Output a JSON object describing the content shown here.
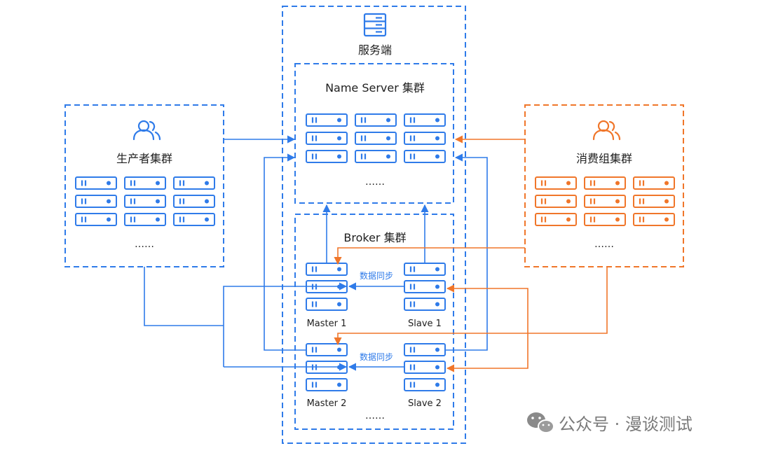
{
  "colors": {
    "blue": "#2f7be9",
    "orange": "#f0762a",
    "text": "#1f1f1f",
    "watermark": "#7a7a7a"
  },
  "server_side": {
    "icon": "server-icon",
    "label": "服务端"
  },
  "name_server": {
    "title": "Name Server 集群",
    "ellipsis": "……"
  },
  "producer": {
    "icon": "users-icon",
    "title": "生产者集群",
    "ellipsis": "……"
  },
  "consumer": {
    "icon": "users-icon",
    "title": "消费组集群",
    "ellipsis": "……"
  },
  "broker": {
    "title": "Broker 集群",
    "sync_label_1": "数据同步",
    "sync_label_2": "数据同步",
    "master_1": "Master 1",
    "slave_1": "Slave 1",
    "master_2": "Master 2",
    "slave_2": "Slave 2",
    "ellipsis": "……"
  },
  "watermark": {
    "icon": "wechat-icon",
    "text": "公众号 · 漫谈测试"
  }
}
